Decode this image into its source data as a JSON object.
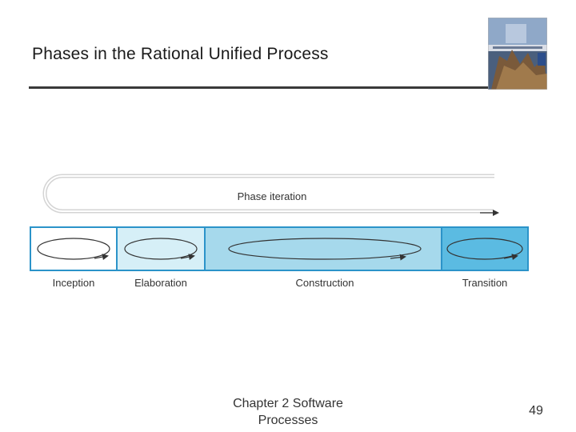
{
  "slide": {
    "title": "Phases in the Rational Unified Process"
  },
  "diagram": {
    "iteration_label": "Phase iteration",
    "phases": [
      {
        "label": "Inception",
        "fill": "#ffffff"
      },
      {
        "label": "Elaboration",
        "fill": "#d6eff7"
      },
      {
        "label": "Construction",
        "fill": "#a6d9ec"
      },
      {
        "label": "Transition",
        "fill": "#5bbbe2"
      }
    ],
    "colors": {
      "border": "#2b93c9",
      "loop_track": "#d4d4d4",
      "arrow": "#333333",
      "phase_text": "#333333"
    }
  },
  "footer": {
    "line1": "Chapter 2 Software",
    "line2": "Processes",
    "page_number": "49"
  }
}
